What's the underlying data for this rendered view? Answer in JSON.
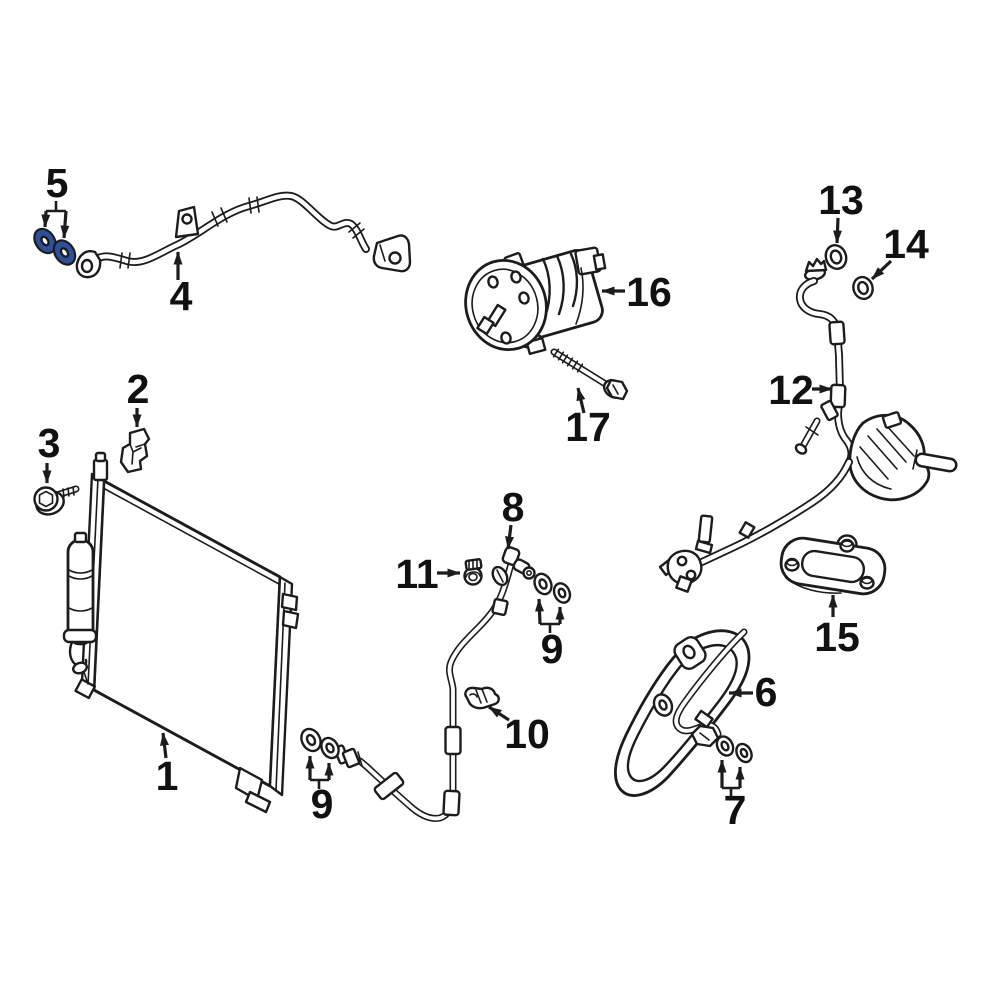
{
  "style": {
    "background": "#ffffff",
    "line_color": "#1c1c1c",
    "highlight_color": "#2e4f9c",
    "label_color": "#111111"
  },
  "callouts": {
    "c1": {
      "label": "1"
    },
    "c2": {
      "label": "2"
    },
    "c3": {
      "label": "3"
    },
    "c4": {
      "label": "4"
    },
    "c5": {
      "label": "5"
    },
    "c6": {
      "label": "6"
    },
    "c7": {
      "label": "7"
    },
    "c8": {
      "label": "8"
    },
    "c9a": {
      "label": "9"
    },
    "c9b": {
      "label": "9"
    },
    "c10": {
      "label": "10"
    },
    "c11": {
      "label": "11"
    },
    "c12": {
      "label": "12"
    },
    "c13": {
      "label": "13"
    },
    "c14": {
      "label": "14"
    },
    "c15": {
      "label": "15"
    },
    "c16": {
      "label": "16"
    },
    "c17": {
      "label": "17"
    }
  }
}
